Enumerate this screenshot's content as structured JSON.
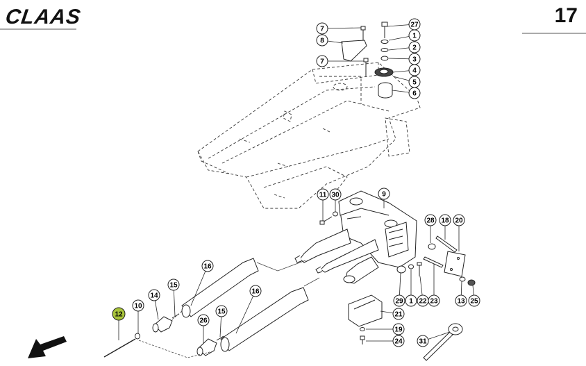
{
  "header": {
    "brand": "CLAAS",
    "page_number": "17"
  },
  "highlight_color": "#a8c43a",
  "callouts": [
    {
      "id": "c27",
      "label": "27"
    },
    {
      "id": "c1a",
      "label": "1"
    },
    {
      "id": "c2",
      "label": "2"
    },
    {
      "id": "c3",
      "label": "3"
    },
    {
      "id": "c4",
      "label": "4"
    },
    {
      "id": "c5",
      "label": "5"
    },
    {
      "id": "c6",
      "label": "6"
    },
    {
      "id": "c7a",
      "label": "7"
    },
    {
      "id": "c8",
      "label": "8"
    },
    {
      "id": "c7b",
      "label": "7"
    },
    {
      "id": "c11",
      "label": "11"
    },
    {
      "id": "c30",
      "label": "30"
    },
    {
      "id": "c9",
      "label": "9"
    },
    {
      "id": "c28",
      "label": "28"
    },
    {
      "id": "c18",
      "label": "18"
    },
    {
      "id": "c20",
      "label": "20"
    },
    {
      "id": "c16a",
      "label": "16"
    },
    {
      "id": "c16b",
      "label": "16"
    },
    {
      "id": "c14",
      "label": "14"
    },
    {
      "id": "c15a",
      "label": "15"
    },
    {
      "id": "c10",
      "label": "10"
    },
    {
      "id": "c12",
      "label": "12"
    },
    {
      "id": "c26",
      "label": "26"
    },
    {
      "id": "c15b",
      "label": "15"
    },
    {
      "id": "c29",
      "label": "29"
    },
    {
      "id": "c1b",
      "label": "1"
    },
    {
      "id": "c22",
      "label": "22"
    },
    {
      "id": "c23",
      "label": "23"
    },
    {
      "id": "c13",
      "label": "13"
    },
    {
      "id": "c25",
      "label": "25"
    },
    {
      "id": "c21",
      "label": "21"
    },
    {
      "id": "c19",
      "label": "19"
    },
    {
      "id": "c24",
      "label": "24"
    },
    {
      "id": "c31",
      "label": "31"
    }
  ]
}
